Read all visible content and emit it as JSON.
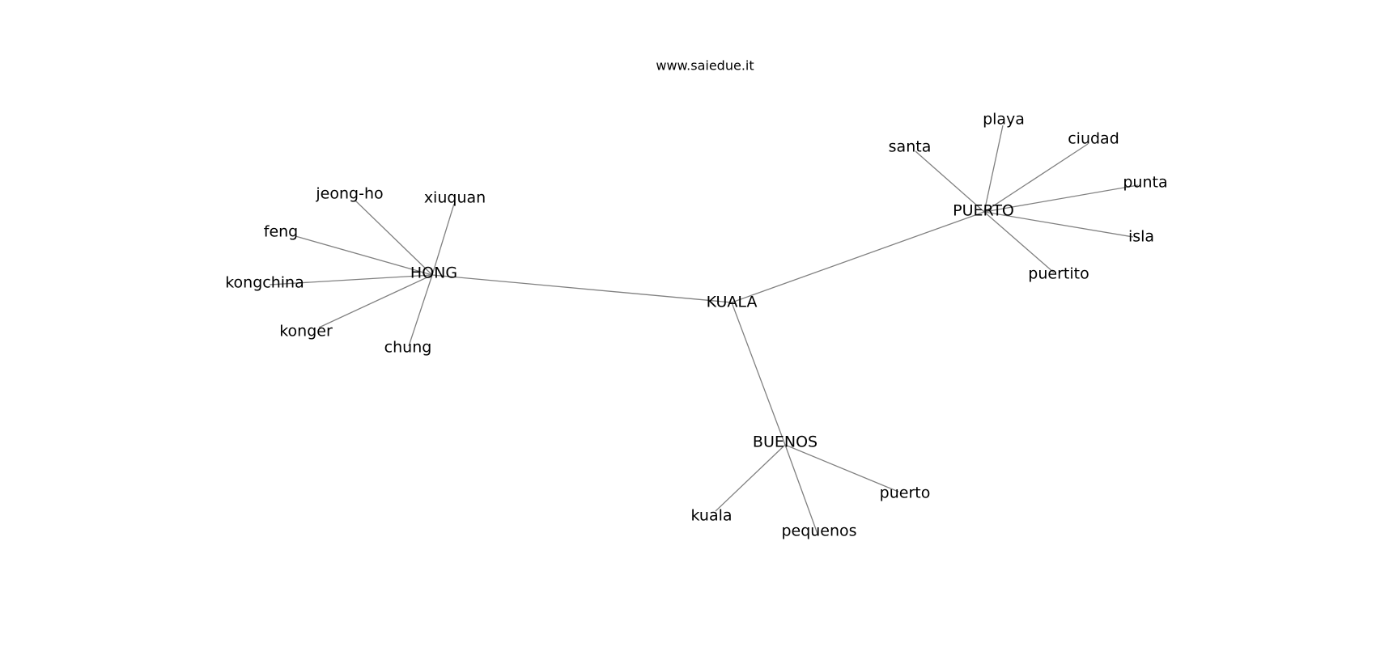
{
  "title": "www.saiedue.it",
  "nodes": [
    {
      "id": "kuala_hub",
      "label": "KUALA"
    },
    {
      "id": "hong",
      "label": "HONG"
    },
    {
      "id": "puerto_hub",
      "label": "PUERTO"
    },
    {
      "id": "buenos",
      "label": "BUENOS"
    },
    {
      "id": "jeong-ho",
      "label": "jeong-ho"
    },
    {
      "id": "xiuquan",
      "label": "xiuquan"
    },
    {
      "id": "feng",
      "label": "feng"
    },
    {
      "id": "kongchina",
      "label": "kongchina"
    },
    {
      "id": "konger",
      "label": "konger"
    },
    {
      "id": "chung",
      "label": "chung"
    },
    {
      "id": "santa",
      "label": "santa"
    },
    {
      "id": "playa",
      "label": "playa"
    },
    {
      "id": "ciudad",
      "label": "ciudad"
    },
    {
      "id": "punta",
      "label": "punta"
    },
    {
      "id": "isla",
      "label": "isla"
    },
    {
      "id": "puertito",
      "label": "puertito"
    },
    {
      "id": "kuala_leaf",
      "label": "kuala"
    },
    {
      "id": "pequenos",
      "label": "pequenos"
    },
    {
      "id": "puerto_leaf",
      "label": "puerto"
    }
  ],
  "edges": [
    [
      "kuala_hub",
      "hong"
    ],
    [
      "kuala_hub",
      "puerto_hub"
    ],
    [
      "kuala_hub",
      "buenos"
    ],
    [
      "hong",
      "jeong-ho"
    ],
    [
      "hong",
      "xiuquan"
    ],
    [
      "hong",
      "feng"
    ],
    [
      "hong",
      "kongchina"
    ],
    [
      "hong",
      "konger"
    ],
    [
      "hong",
      "chung"
    ],
    [
      "puerto_hub",
      "santa"
    ],
    [
      "puerto_hub",
      "playa"
    ],
    [
      "puerto_hub",
      "ciudad"
    ],
    [
      "puerto_hub",
      "punta"
    ],
    [
      "puerto_hub",
      "isla"
    ],
    [
      "puerto_hub",
      "puertito"
    ],
    [
      "buenos",
      "kuala_leaf"
    ],
    [
      "buenos",
      "pequenos"
    ],
    [
      "buenos",
      "puerto_leaf"
    ]
  ]
}
